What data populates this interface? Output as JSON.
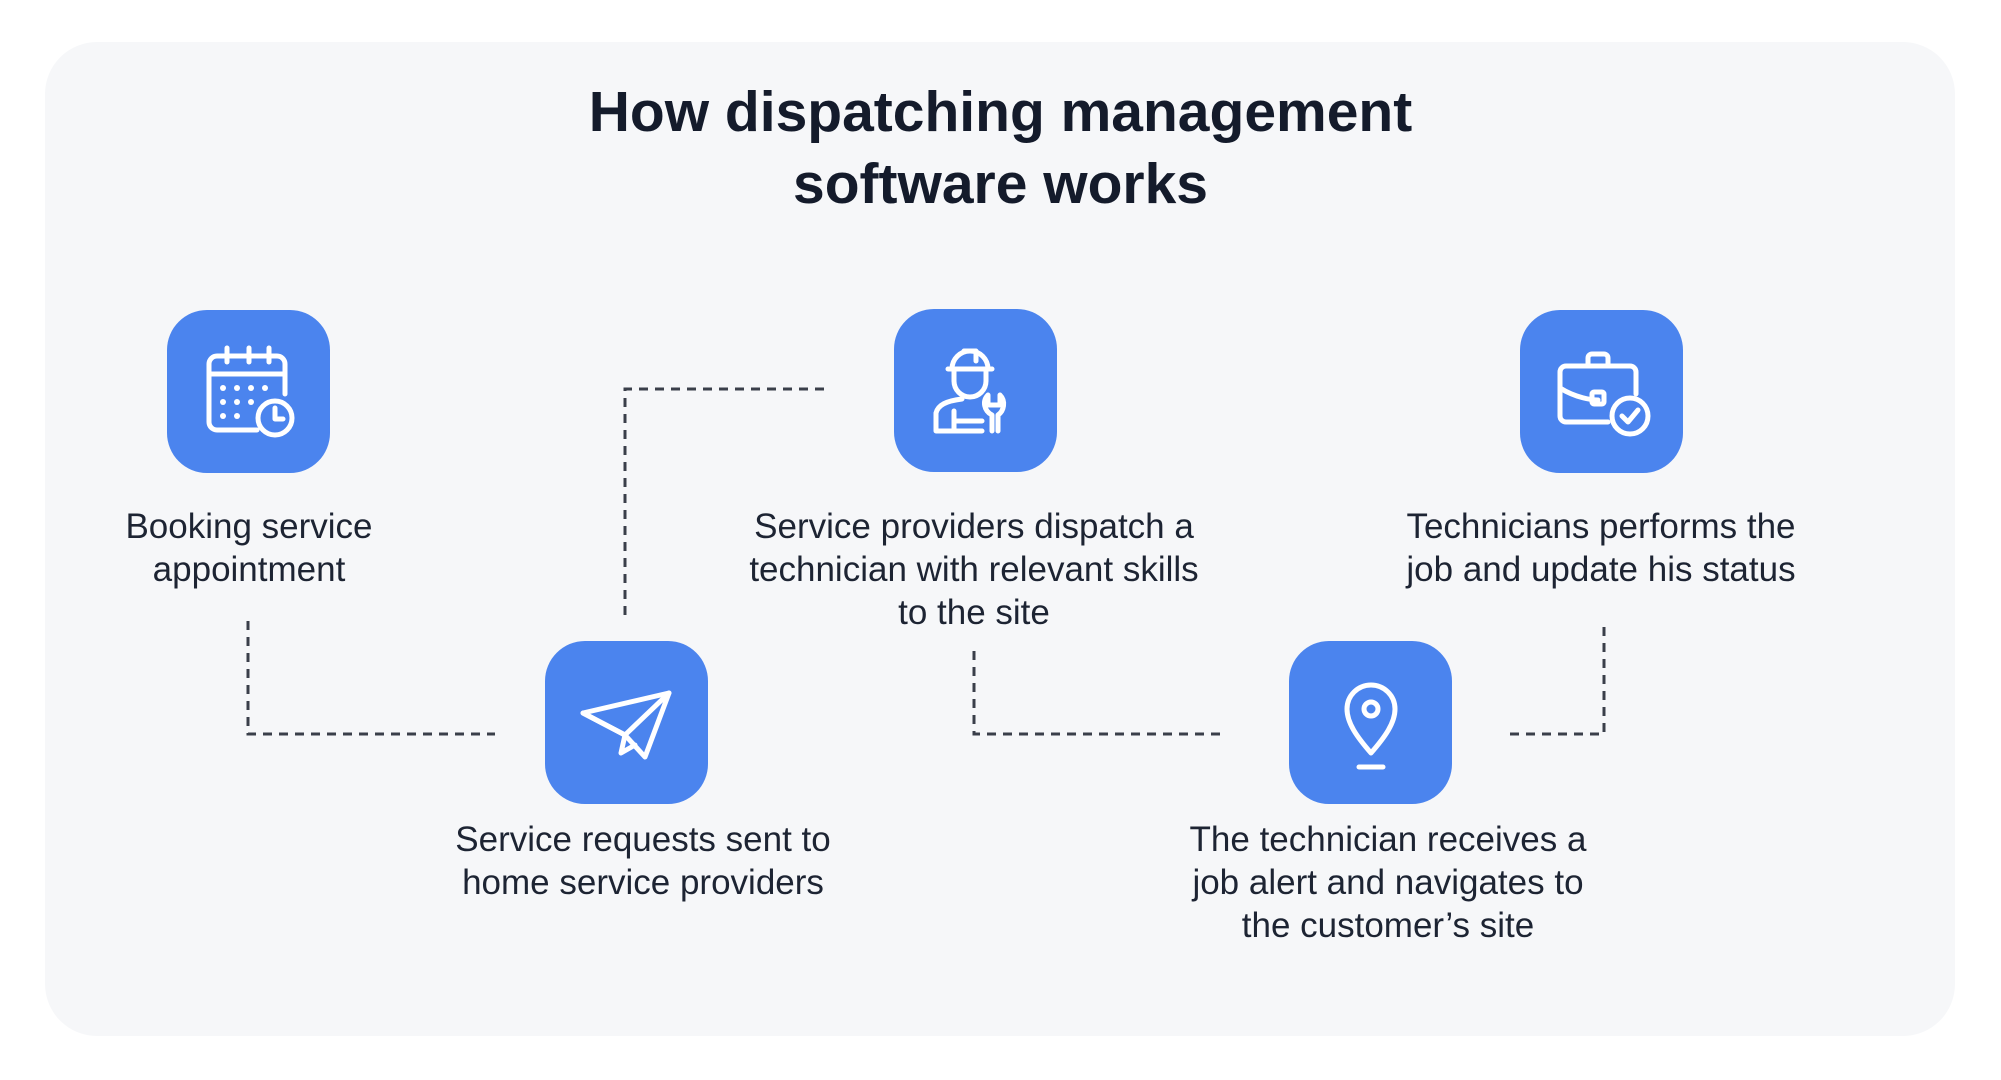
{
  "title": {
    "line1": "How dispatching management",
    "line2": "software works"
  },
  "accent_color": "#4b84ee",
  "steps": [
    {
      "icon": "calendar-clock-icon",
      "lines": [
        "Booking service",
        "appointment"
      ]
    },
    {
      "icon": "paper-plane-icon",
      "lines": [
        "Service requests sent to",
        "home service providers"
      ]
    },
    {
      "icon": "technician-wrench-icon",
      "lines": [
        "Service providers dispatch a",
        "technician with relevant skills",
        "to the site"
      ]
    },
    {
      "icon": "location-pin-icon",
      "lines": [
        "The technician receives a",
        "job alert and navigates to",
        "the customer’s site"
      ]
    },
    {
      "icon": "briefcase-check-icon",
      "lines": [
        "Technicians performs the",
        "job and update his status"
      ]
    }
  ]
}
